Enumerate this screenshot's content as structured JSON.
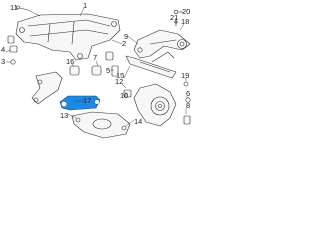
{
  "callouts": [
    {
      "id": "c11",
      "label": "11"
    },
    {
      "id": "c1",
      "label": "1"
    },
    {
      "id": "c4",
      "label": "4"
    },
    {
      "id": "c3",
      "label": "3"
    },
    {
      "id": "c2",
      "label": "2"
    },
    {
      "id": "c7",
      "label": "7"
    },
    {
      "id": "c16",
      "label": "16"
    },
    {
      "id": "c5",
      "label": "5"
    },
    {
      "id": "c12",
      "label": "12"
    },
    {
      "id": "c15",
      "label": "15"
    },
    {
      "id": "c10",
      "label": "10"
    },
    {
      "id": "c20",
      "label": "20"
    },
    {
      "id": "c21",
      "label": "21"
    },
    {
      "id": "c18",
      "label": "18"
    },
    {
      "id": "c19",
      "label": "19"
    },
    {
      "id": "c6",
      "label": "6"
    },
    {
      "id": "c8",
      "label": "8"
    },
    {
      "id": "c9",
      "label": "9"
    },
    {
      "id": "c17",
      "label": "17"
    },
    {
      "id": "c13",
      "label": "13"
    },
    {
      "id": "c14",
      "label": "14"
    }
  ],
  "colors": {
    "highlight": "#1e88e5",
    "line": "#2b2b2b",
    "background": "#ffffff"
  }
}
